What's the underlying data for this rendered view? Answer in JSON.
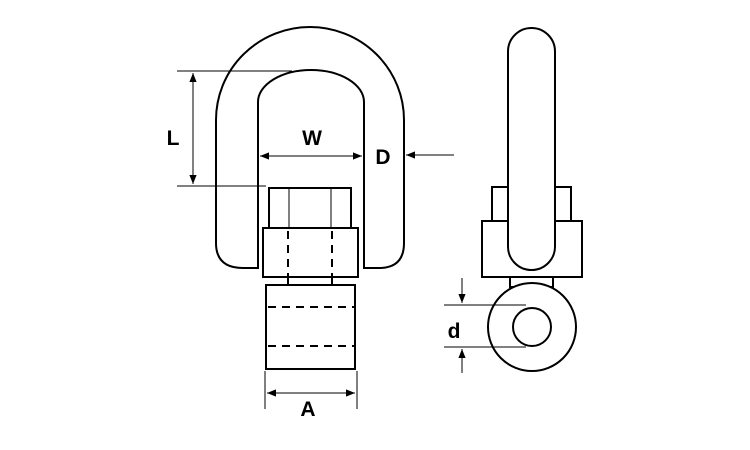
{
  "labels": {
    "length": "L",
    "width": "W",
    "diameter": "D",
    "bore": "d",
    "across_flats": "A"
  },
  "colors": {
    "line": "#000000",
    "background": "#ffffff"
  }
}
